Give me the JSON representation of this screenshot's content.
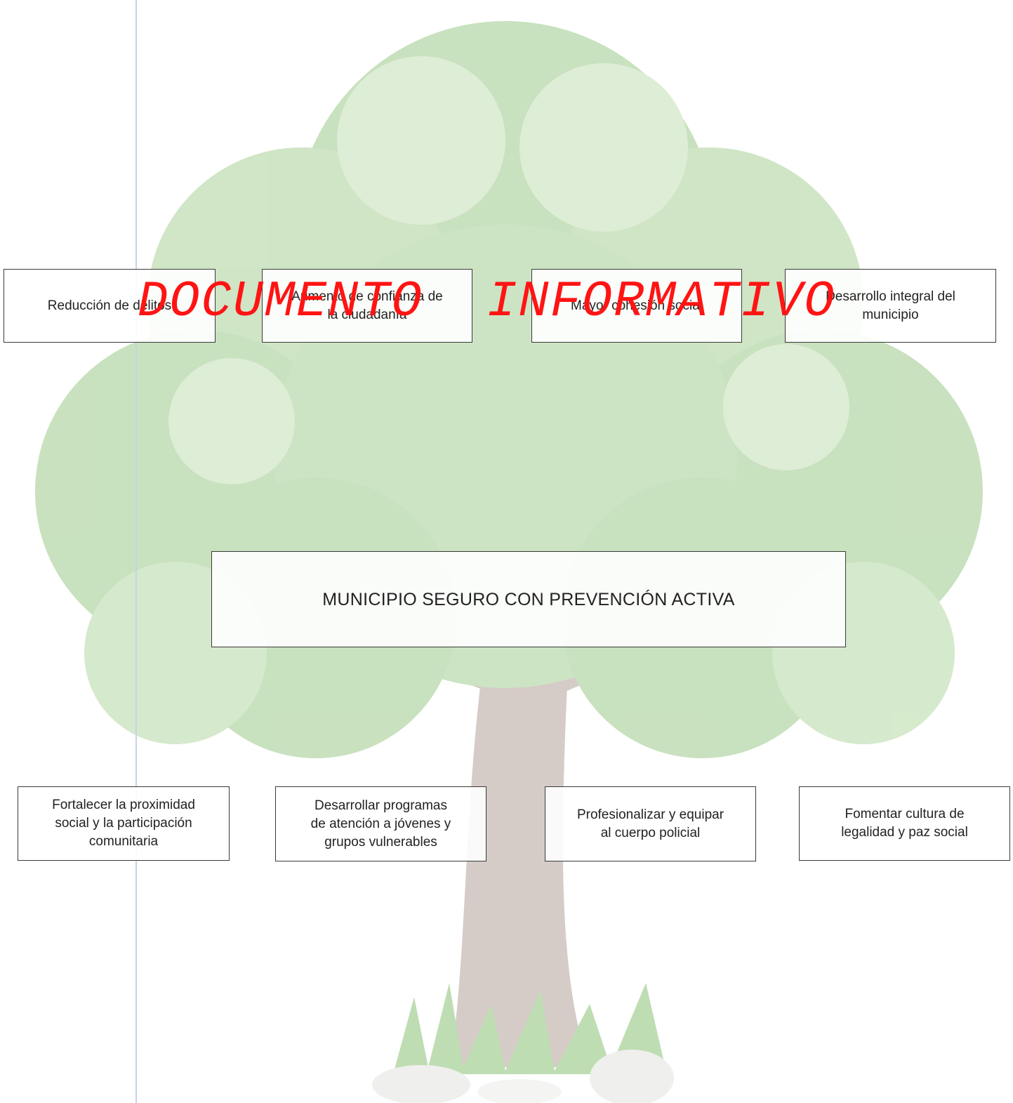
{
  "diagram": {
    "effects": [
      {
        "id": "e1",
        "text": "Reducción de delitos"
      },
      {
        "id": "e2",
        "text": "Aumento de confianza de\nla ciudadanía"
      },
      {
        "id": "e3",
        "text": "Mayor cohesión social"
      },
      {
        "id": "e4",
        "text": "Desarrollo integral del\nmunicipio"
      }
    ],
    "central_goal": "MUNICIPIO SEGURO CON PREVENCIÓN ACTIVA",
    "means": [
      {
        "id": "m1",
        "text": "Fortalecer la proximidad\nsocial y la participación\ncomunitaria"
      },
      {
        "id": "m2",
        "text": "Desarrollar programas\nde atención a jóvenes y\ngrupos vulnerables"
      },
      {
        "id": "m3",
        "text": "Profesionalizar y equipar\nal cuerpo policial"
      },
      {
        "id": "m4",
        "text": "Fomentar cultura de\nlegalidad y paz social"
      }
    ]
  },
  "watermark": "DOCUMENTO  INFORMATIVO",
  "colors": {
    "foliage": "#9cc98a",
    "foliage_light": "#c4e0b4",
    "trunk": "#b3a29a",
    "watermark": "#ff1414",
    "box_border": "#3a3a3a"
  }
}
